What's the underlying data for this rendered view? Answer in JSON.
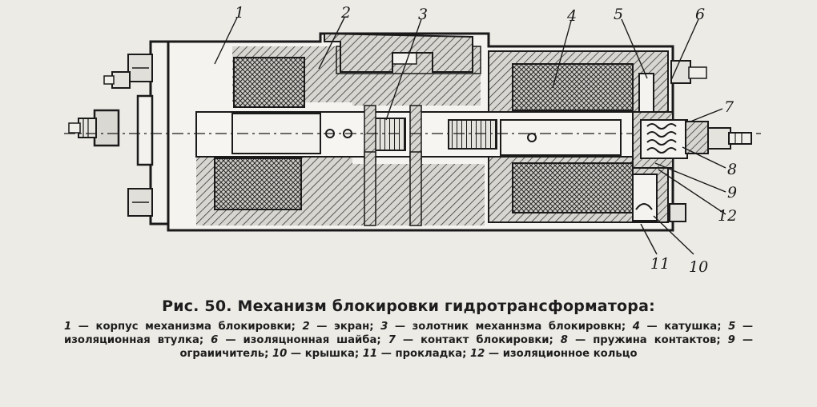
{
  "figure": {
    "callouts": [
      {
        "id": "1",
        "text": "1"
      },
      {
        "id": "2",
        "text": "2"
      },
      {
        "id": "3",
        "text": "3"
      },
      {
        "id": "4",
        "text": "4"
      },
      {
        "id": "5",
        "text": "5"
      },
      {
        "id": "6",
        "text": "6"
      },
      {
        "id": "7",
        "text": "7"
      },
      {
        "id": "8",
        "text": "8"
      },
      {
        "id": "9",
        "text": "9"
      },
      {
        "id": "10",
        "text": "10"
      },
      {
        "id": "11",
        "text": "11"
      },
      {
        "id": "12",
        "text": "12"
      }
    ]
  },
  "caption": {
    "title": "Рис. 50. Механизм блокировки гидротрансформатора:",
    "legend": [
      {
        "num": "1",
        "text": "корпус механизма блокировки;"
      },
      {
        "num": "2",
        "text": "экран;"
      },
      {
        "num": "3",
        "text": "золотник механнзма блокировкн;"
      },
      {
        "num": "4",
        "text": "катушка;"
      },
      {
        "num": "5",
        "text": "изоляционная втулка;"
      },
      {
        "num": "6",
        "text": "изоляцнонная шайба;"
      },
      {
        "num": "7",
        "text": "контакт блокировки;"
      },
      {
        "num": "8",
        "text": "пружина контактов;"
      },
      {
        "num": "9",
        "text": "ограиичитель;"
      },
      {
        "num": "10",
        "text": "крышка;"
      },
      {
        "num": "11",
        "text": "прокладка;"
      },
      {
        "num": "12",
        "text": "изоляционное кольцо"
      }
    ]
  }
}
